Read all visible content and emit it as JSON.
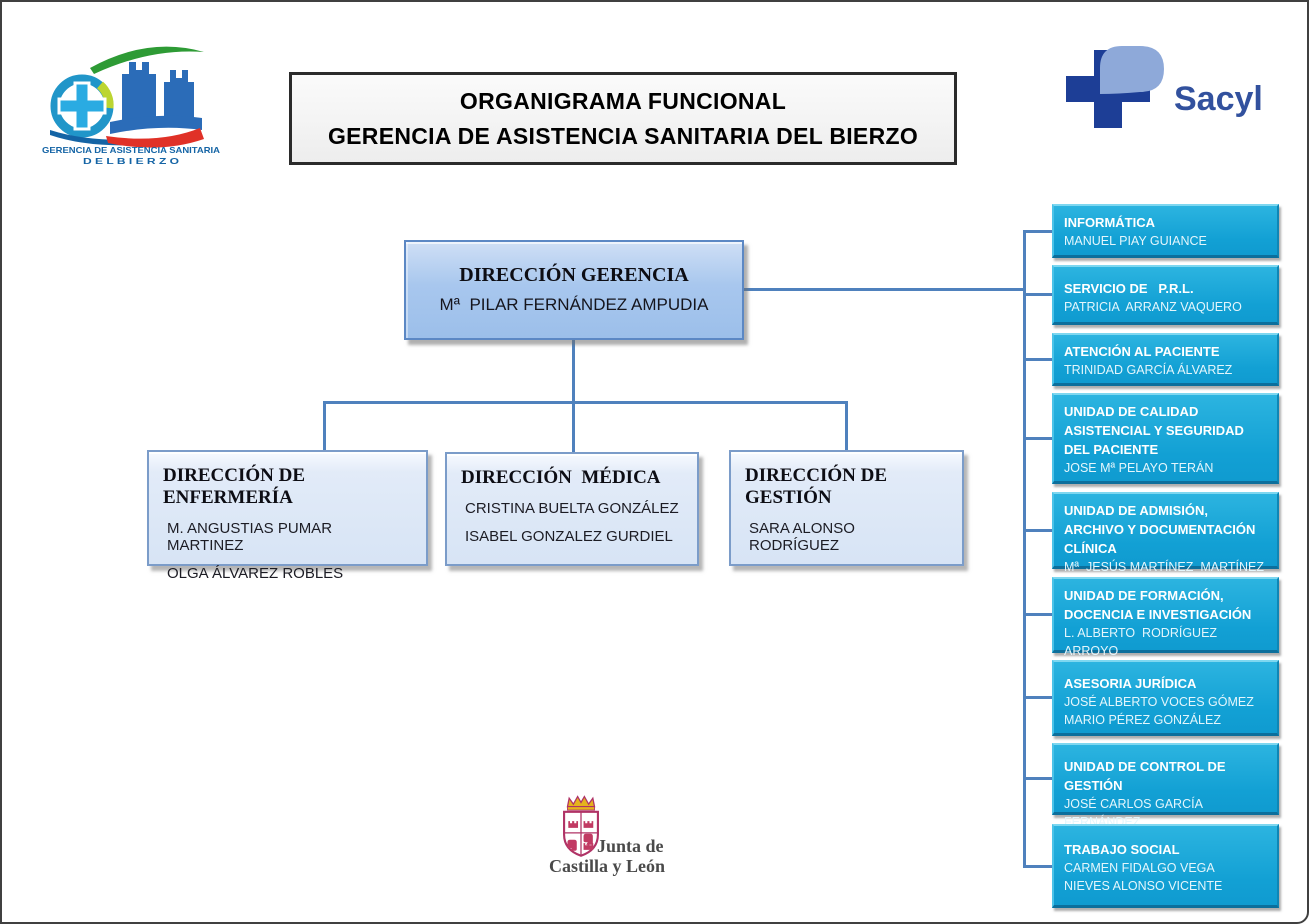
{
  "banner": {
    "line1": "ORGANIGRAMA FUNCIONAL",
    "line2": "GERENCIA DE ASISTENCIA SANITARIA DEL BIERZO"
  },
  "logos": {
    "left": {
      "line1": "GERENCIA DE ASISTENCIA SANITARIA",
      "line2": "D E L   B I E R Z O"
    },
    "sacyl": {
      "label": "Sacyl"
    },
    "junta": {
      "line1": "Junta de",
      "line2": "Castilla y León"
    }
  },
  "org": {
    "root": {
      "title": "DIRECCIÓN GERENCIA",
      "names": [
        "Mª  PILAR FERNÁNDEZ AMPUDIA"
      ]
    },
    "directions": [
      {
        "title": "DIRECCIÓN DE ENFERMERÍA",
        "names": [
          "M. ANGUSTIAS PUMAR MARTINEZ",
          "OLGA ÁLVAREZ ROBLES"
        ]
      },
      {
        "title": "DIRECCIÓN  MÉDICA",
        "names": [
          "CRISTINA BUELTA GONZÁLEZ",
          "ISABEL GONZALEZ GURDIEL"
        ]
      },
      {
        "title": "DIRECCIÓN DE GESTIÓN",
        "names": [
          "SARA ALONSO RODRÍGUEZ"
        ]
      }
    ],
    "units": [
      {
        "title": "INFORMÁTICA",
        "names": [
          "MANUEL PIAY GUIANCE"
        ]
      },
      {
        "title": "SERVICIO DE   P.R.L.",
        "names": [
          "PATRICIA  ARRANZ VAQUERO"
        ]
      },
      {
        "title": "ATENCIÓN AL PACIENTE",
        "names": [
          "TRINIDAD GARCÍA ÁLVAREZ"
        ]
      },
      {
        "title": "UNIDAD DE CALIDAD ASISTENCIAL Y SEGURIDAD DEL PACIENTE",
        "names": [
          "JOSE Mª PELAYO TERÁN"
        ]
      },
      {
        "title": "UNIDAD DE ADMISIÓN, ARCHIVO Y DOCUMENTACIÓN CLÍNICA",
        "names": [
          "Mª  JESÚS MARTÍNEZ  MARTÍNEZ"
        ]
      },
      {
        "title": "UNIDAD DE FORMACIÓN, DOCENCIA E INVESTIGACIÓN",
        "names": [
          "L. ALBERTO  RODRÍGUEZ ARROYO"
        ]
      },
      {
        "title": "ASESORIA JURÍDICA",
        "names": [
          "JOSÉ ALBERTO VOCES GÓMEZ",
          "MARIO PÉREZ GONZÁLEZ"
        ]
      },
      {
        "title": "UNIDAD DE CONTROL DE GESTIÓN",
        "names": [
          "JOSÉ CARLOS GARCÍA FERNÁNDEZ"
        ]
      },
      {
        "title": "TRABAJO SOCIAL",
        "names": [
          "CARMEN FIDALGO VEGA",
          "NIEVES ALONSO VICENTE"
        ]
      }
    ]
  },
  "colors": {
    "connector": "#4f81bd",
    "unit_fill": "#14a2d6",
    "root_fill": "#a8c7ee",
    "direction_fill": "#dbe6f5",
    "sacyl_blue": "#32519e",
    "junta_crimson": "#b03366"
  }
}
